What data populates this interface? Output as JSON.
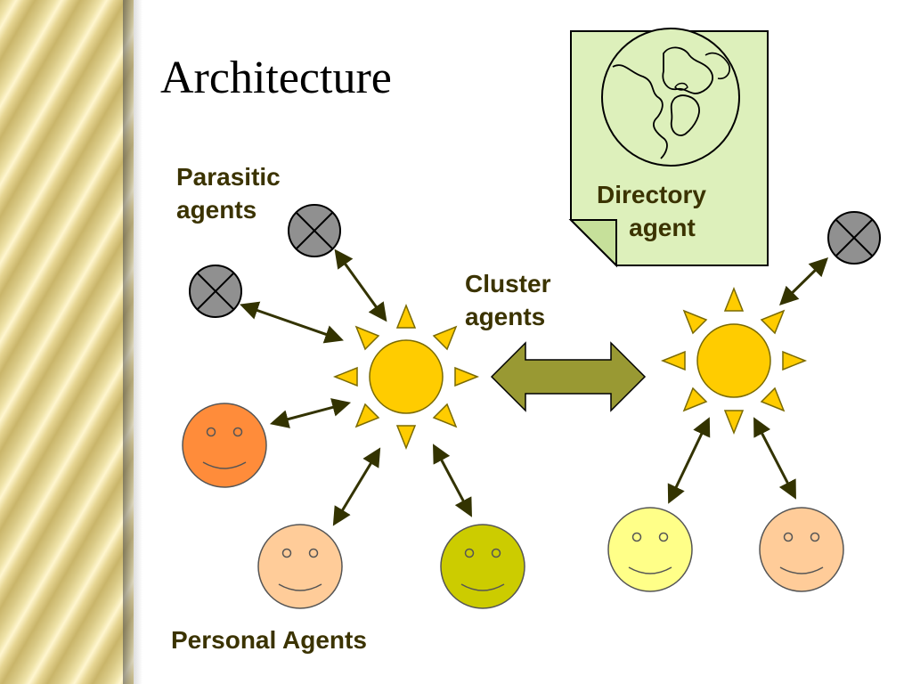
{
  "slide": {
    "title": "Architecture",
    "labels": {
      "parasitic": [
        "Parasitic",
        "agents"
      ],
      "cluster": [
        "Cluster",
        "agents"
      ],
      "directory": [
        "Directory",
        "agent"
      ],
      "personal": "Personal Agents"
    }
  },
  "colors": {
    "sun": "#ffcc00",
    "sun_ray": "#ffcc00",
    "parasitic_agent": "#909090",
    "personal_orange": "#ff8c3a",
    "personal_peach": "#ffcc99",
    "personal_olive": "#cccc00",
    "personal_yellow": "#ffff88",
    "cluster_link": "#999933",
    "directory_note": "#ddf0bb",
    "connector": "#333300"
  },
  "icons": [
    "globe-icon",
    "sun-icon",
    "crossed-circle-icon",
    "smiley-icon",
    "double-arrow-icon"
  ]
}
